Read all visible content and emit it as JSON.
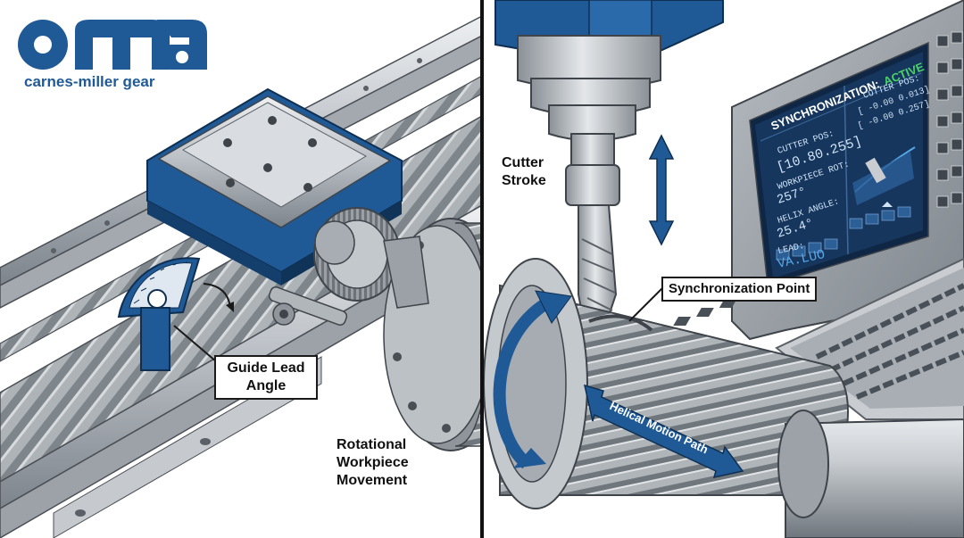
{
  "logo": {
    "mark": "oma",
    "tagline": "carnes-miller gear",
    "color": "#1f5a96"
  },
  "labels": {
    "guide_lead_angle": "Guide Lead Angle",
    "rotational_movement": [
      "Rotational",
      "Workpiece",
      "Movement"
    ],
    "cutter_stroke": [
      "Cutter",
      "Stroke"
    ],
    "sync_point": "Synchronization Point",
    "helical_path": "Helical Motion Path"
  },
  "monitor": {
    "header_label": "SYNCHRONIZATION:",
    "header_status": "ACTIVE",
    "cutter_pos_label": "CUTTER POS:",
    "cutter_pos_value": "[10.80.255]",
    "workpiece_rot_label": "WORKPIECE ROT:",
    "workpiece_rot_value": "257°",
    "helix_angle_label": "HELIX ANGLE:",
    "helix_angle_value": "25.4°",
    "lead_label": "LEAD:",
    "lead_value": "VA.LUO",
    "right_cutter_label": "CUTTER POS:",
    "right_cutter_line1": "[ -0.00 0.013]",
    "right_cutter_line2": "[ -0.00 0.257]"
  },
  "colors": {
    "accent_blue": "#1f5a96",
    "steel": "#b9bec4",
    "steel_dark": "#7d848b",
    "active_green": "#4cd26b",
    "screen_bg": "#16365e"
  }
}
